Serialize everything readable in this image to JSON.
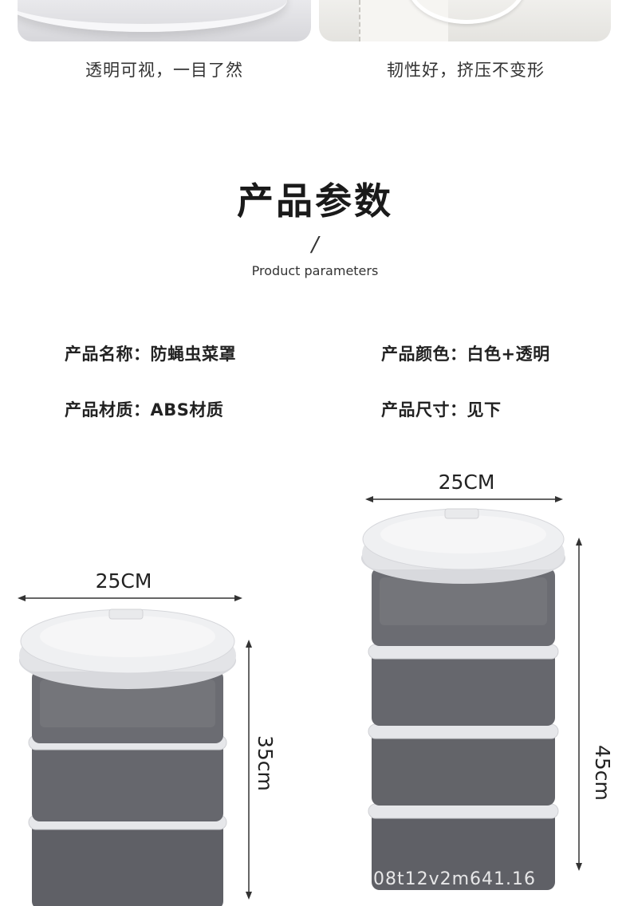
{
  "features": {
    "left_caption": "透明可视，一目了然",
    "right_caption": "韧性好，挤压不变形"
  },
  "section": {
    "title": "产品参数",
    "slash": "/",
    "subtitle": "Product parameters"
  },
  "params": [
    {
      "key": "产品名称",
      "value": "防蝇虫菜罩"
    },
    {
      "key": "产品颜色",
      "value": "白色+透明"
    },
    {
      "key": "产品材质",
      "value": "ABS材质"
    },
    {
      "key": "产品尺寸",
      "value": "见下"
    }
  ],
  "products": {
    "small": {
      "width_label": "25CM",
      "height_label": "35cm",
      "tiers": 3
    },
    "large": {
      "width_label": "25CM",
      "height_label": "45cm",
      "tiers": 4
    }
  },
  "watermark": "08t12v2m641.16",
  "colors": {
    "lid": "#eeeff1",
    "rim": "#e2e3e6",
    "tinted_body": "#6b6c72",
    "arrow": "#333333"
  }
}
